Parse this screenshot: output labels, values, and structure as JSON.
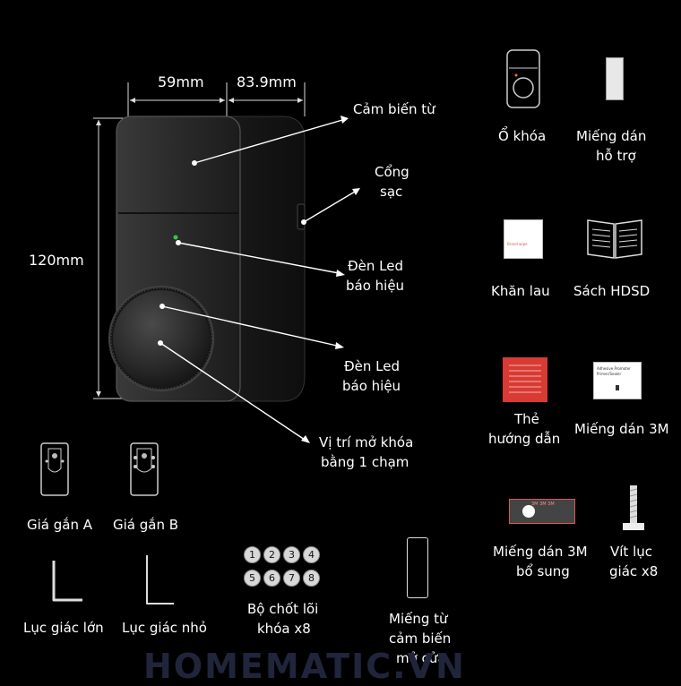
{
  "dimensions": {
    "width": "59mm",
    "depth": "83.9mm",
    "height": "120mm"
  },
  "callouts": {
    "magnetic_sensor": "Cảm biến từ",
    "charging_port_line1": "Cổng",
    "charging_port_line2": "sạc",
    "led1_line1": "Đèn Led",
    "led1_line2": "báo hiệu",
    "led2_line1": "Đèn Led",
    "led2_line2": "báo hiệu",
    "one_touch_line1": "Vị trí mở khóa",
    "one_touch_line2": "bằng 1 chạm"
  },
  "accessories": {
    "lock": "Ổ khóa",
    "support_sticker_line1": "Miếng dán",
    "support_sticker_line2": "hỗ trợ",
    "cloth": "Khăn lau",
    "manual": "Sách HDSD",
    "guide_card_line1": "Thẻ",
    "guide_card_line2": "hướng dẫn",
    "sticker_3m": "Miếng dán 3M",
    "sticker_3m_extra_line1": "Miếng dán 3M",
    "sticker_3m_extra_line2": "bổ sung",
    "hex_screw_line1": "Vít lục",
    "hex_screw_line2": "giác x8",
    "bracket_a": "Giá gắn A",
    "bracket_b": "Giá gắn B",
    "hex_large": "Lục giác lớn",
    "hex_small": "Lục giác nhỏ",
    "core_pins_line1": "Bộ chốt lõi",
    "core_pins_line2": "khóa x8",
    "magnet_line1": "Miếng từ",
    "magnet_line2": "cảm biến",
    "magnet_line3": "mở cửa"
  },
  "pin_numbers": [
    "1",
    "2",
    "3",
    "4",
    "5",
    "6",
    "7",
    "8"
  ],
  "product_print": {
    "cloth_text": "Brand wipe",
    "sticker_text_line1": "Adhesive Promoter",
    "sticker_text_line2": "Primer/Sealer",
    "tape_text": "3M 3M 3M"
  },
  "watermark": "HOMEMATIC.VN",
  "colors": {
    "background": "#000000",
    "device_body": "#262626",
    "led_green": "#2ecc40",
    "led_orange": "#e8782a",
    "guide_red": "#d83a34"
  }
}
